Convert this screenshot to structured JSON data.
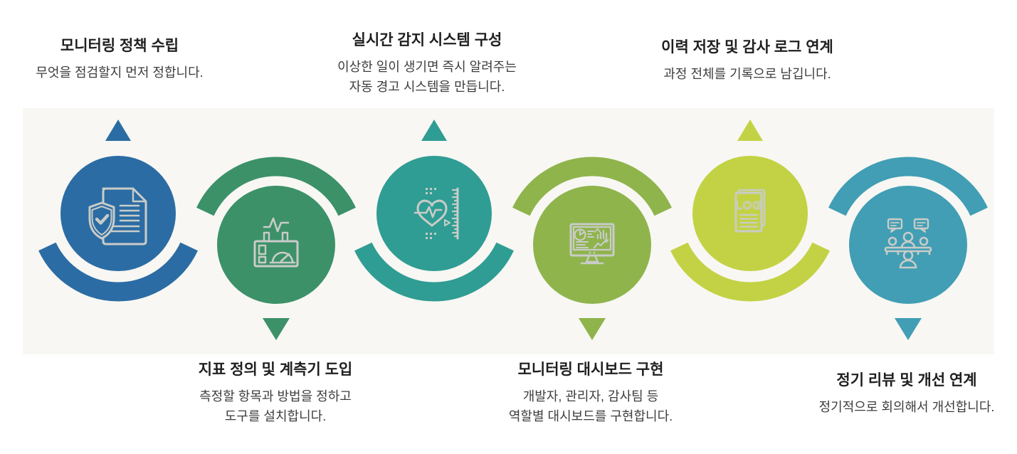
{
  "page": {
    "type": "process-infographic",
    "orientation": "horizontal-alternating"
  },
  "palette": {
    "canvas": "#ffffff",
    "band": "#f8f7f3",
    "icon_stroke": "#c9ccc8",
    "title_text": "#1f1f1f",
    "desc_text": "#3d3d3d"
  },
  "steps": [
    {
      "id": 1,
      "position": "top",
      "color": "#2b6ca4",
      "icon": "shield-document-icon",
      "title": "모니터링 정책 수립",
      "description": [
        "무엇을 점검할지 먼저 정합니다."
      ]
    },
    {
      "id": 2,
      "position": "bottom",
      "color": "#3c9169",
      "icon": "gauge-meter-icon",
      "title": "지표 정의 및 계측기 도입",
      "description": [
        "측정할 항목과 방법을 정하고",
        "도구를 설치합니다."
      ]
    },
    {
      "id": 3,
      "position": "top",
      "color": "#2f9d93",
      "icon": "heart-pulse-ruler-icon",
      "title": "실시간 감지 시스템 구성",
      "description": [
        "이상한 일이 생기면 즉시 알려주는",
        "자동 경고 시스템을 만듭니다."
      ]
    },
    {
      "id": 4,
      "position": "bottom",
      "color": "#8fb44c",
      "icon": "dashboard-monitor-icon",
      "title": "모니터링 대시보드 구현",
      "description": [
        "개발자, 관리자, 감사팀 등",
        "역할별 대시보드를 구현합니다."
      ]
    },
    {
      "id": 5,
      "position": "top",
      "color": "#c3d244",
      "icon": "log-document-icon",
      "icon_text": "LOG",
      "title": "이력 저장 및 감사 로그 연계",
      "description": [
        "과정 전체를 기록으로 남깁니다."
      ]
    },
    {
      "id": 6,
      "position": "bottom",
      "color": "#419eb4",
      "icon": "meeting-people-icon",
      "title": "정기 리뷰 및 개선 연계",
      "description": [
        "정기적으로 회의해서 개선합니다."
      ]
    }
  ]
}
